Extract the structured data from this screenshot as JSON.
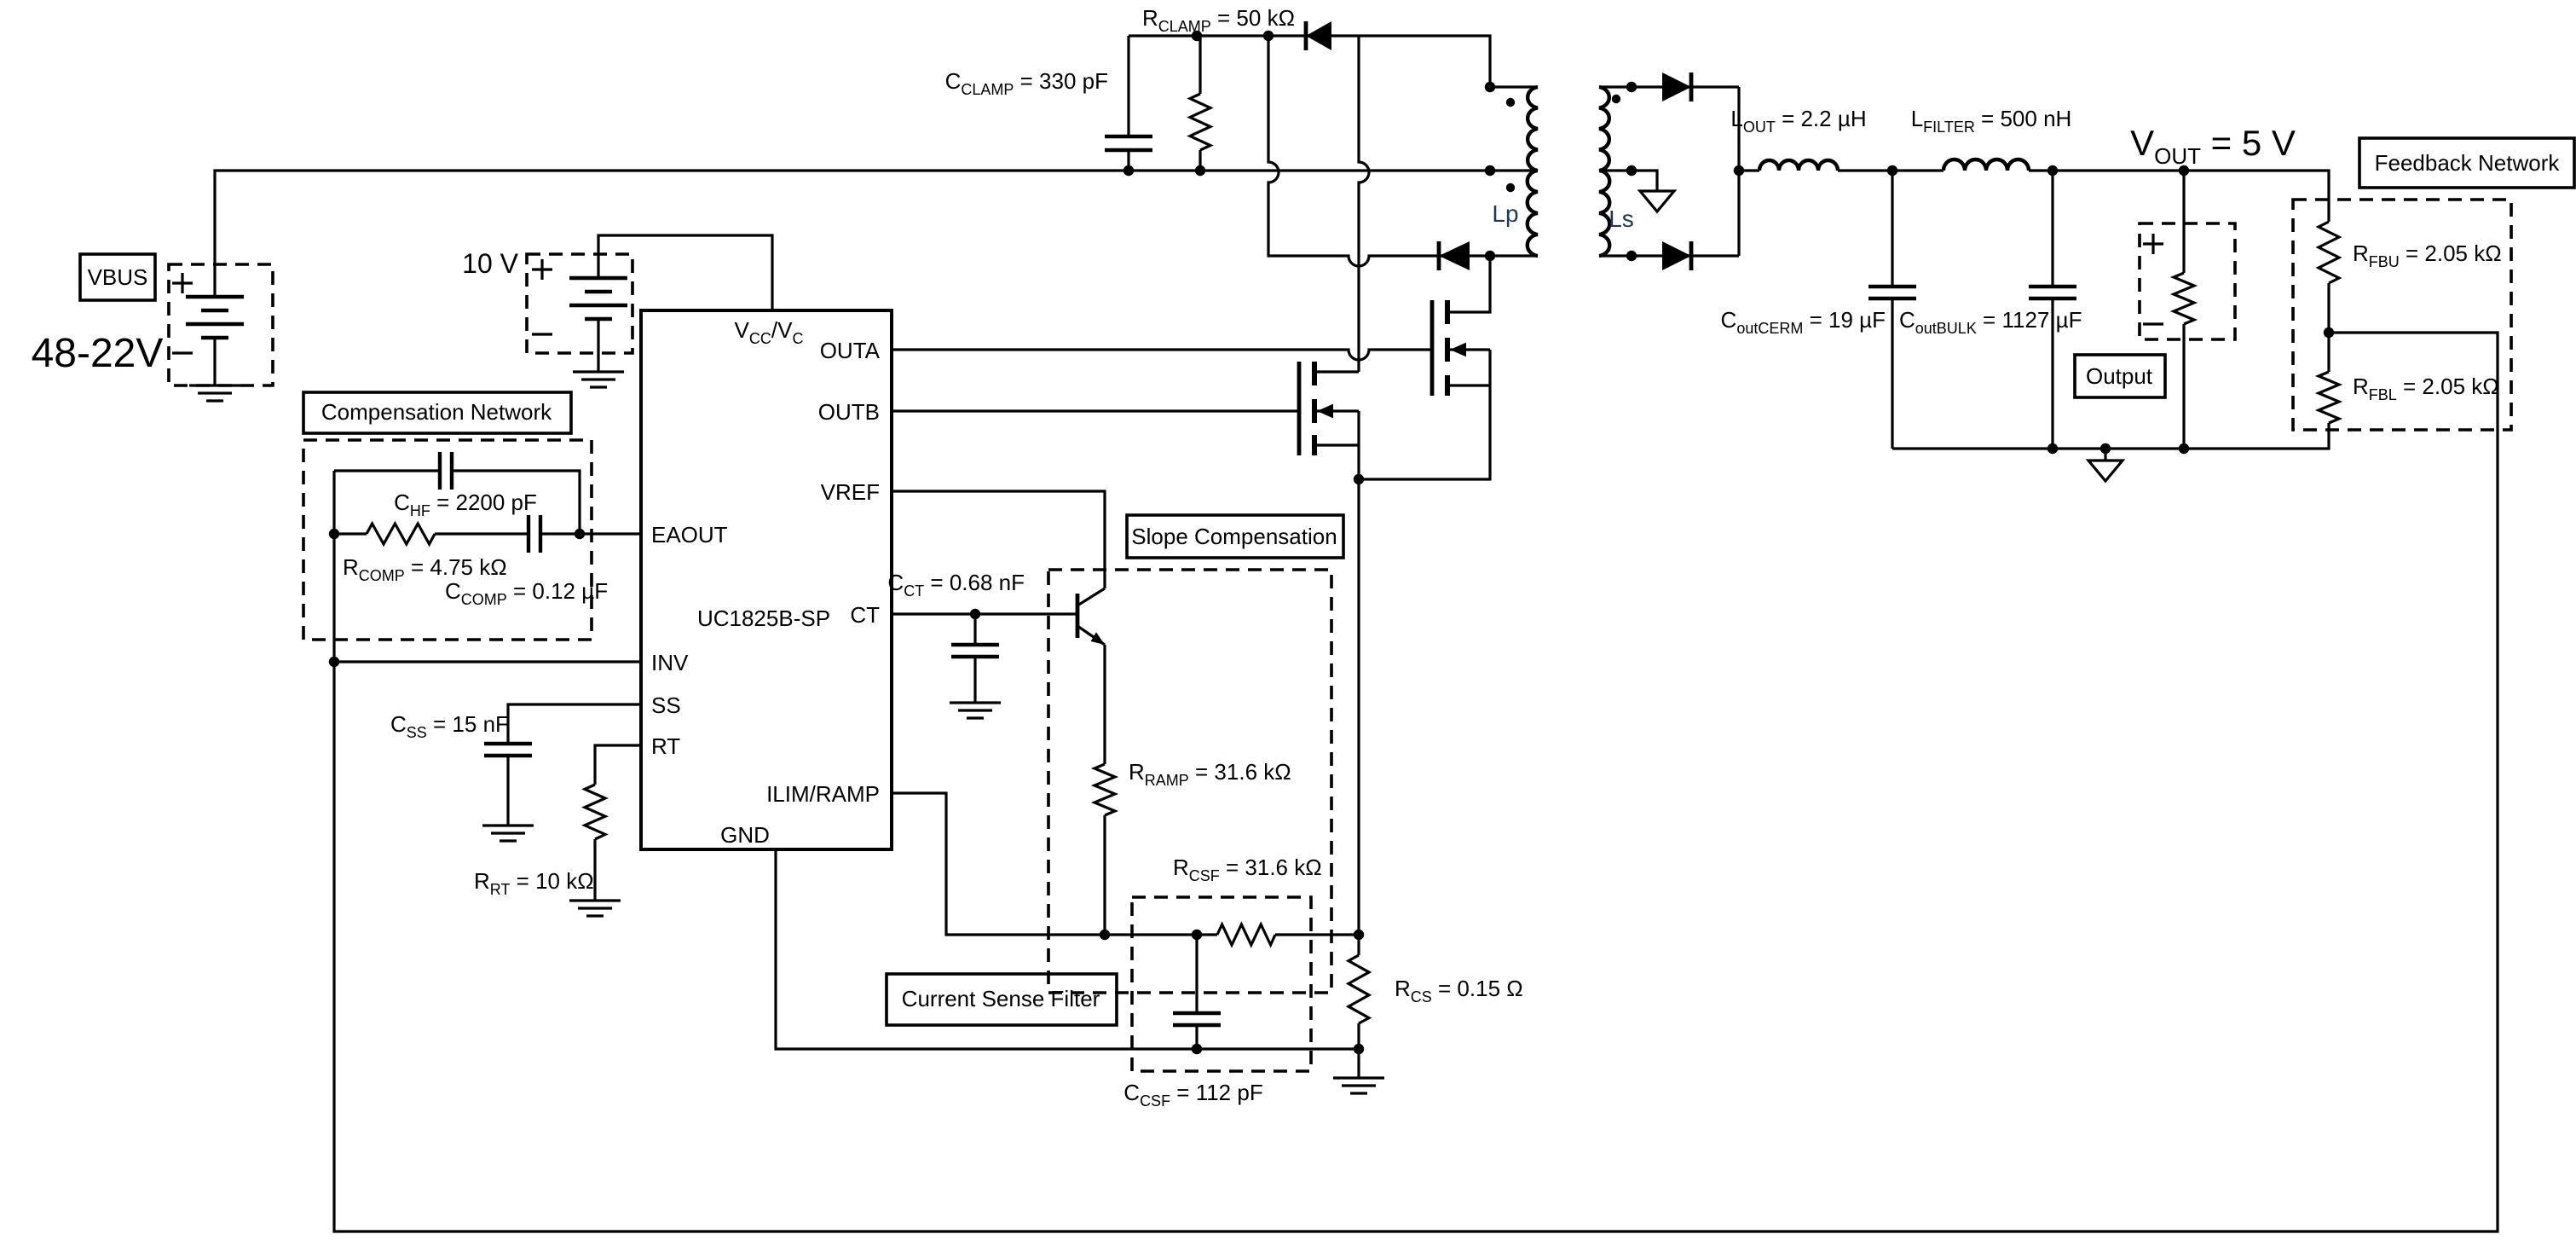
{
  "colors": {
    "ink": "#000000",
    "winding_label": "#1f3863",
    "background": "#ffffff"
  },
  "source": {
    "vbus": "VBUS",
    "range": "48-22V"
  },
  "bias": {
    "value": "10 V"
  },
  "clamp": {
    "r": {
      "t1": "R",
      "s1": "CLAMP",
      "t2": " = 50 kΩ"
    },
    "c": {
      "t1": "C",
      "s1": "CLAMP",
      "t2": " = 330 pF"
    }
  },
  "xfmr": {
    "lp": "Lp",
    "ls": "Ls"
  },
  "out": {
    "lout": {
      "t1": "L",
      "s1": "OUT",
      "t2": " = 2.2 µH"
    },
    "lfilter": {
      "t1": "L",
      "s1": "FILTER",
      "t2": " = 500 nH"
    },
    "ccerm": {
      "t1": "C",
      "s1": "outCERM",
      "t2": " = 19 µF"
    },
    "cbulk": {
      "t1": "C",
      "s1": "outBULK",
      "t2": " = 1127 µF"
    },
    "vout": {
      "t1": "V",
      "s1": "OUT",
      "t2": " = 5 V"
    },
    "box": "Output"
  },
  "fb": {
    "box": "Feedback Network",
    "rfbu": {
      "t1": "R",
      "s1": "FBU",
      "t2": " = 2.05 kΩ"
    },
    "rfbl": {
      "t1": "R",
      "s1": "FBL",
      "t2": " = 2.05 kΩ"
    }
  },
  "comp": {
    "box": "Compensation Network",
    "chf": {
      "t1": "C",
      "s1": "HF",
      "t2": " = 2200 pF"
    },
    "rcomp": {
      "t1": "R",
      "s1": "COMP",
      "t2": " = 4.75 kΩ"
    },
    "ccomp": {
      "t1": "C",
      "s1": "COMP",
      "t2": " = 0.12 µF"
    }
  },
  "softstart": {
    "css": {
      "t1": "C",
      "s1": "SS",
      "t2": " = 15 nF"
    }
  },
  "timing": {
    "rrt": {
      "t1": "R",
      "s1": "RT",
      "t2": " = 10 kΩ"
    }
  },
  "slope": {
    "box": "Slope Compensation",
    "rramp": {
      "t1": "R",
      "s1": "RAMP",
      "t2": " = 31.6 kΩ"
    },
    "cct": {
      "t1": "C",
      "s1": "CT",
      "t2": " = 0.68 nF"
    }
  },
  "csf": {
    "box": "Current Sense Filter",
    "rcsf": {
      "t1": "R",
      "s1": "CSF",
      "t2": " = 31.6 kΩ"
    },
    "ccsf": {
      "t1": "C",
      "s1": "CSF",
      "t2": " = 112 pF"
    },
    "rcs": {
      "t1": "R",
      "s1": "CS",
      "t2": " = 0.15 Ω"
    }
  },
  "ic": {
    "name": "UC1825B-SP",
    "pins": {
      "vcc": {
        "t1": "V",
        "s1": "CC",
        "t2": "/V",
        "s2": "C"
      },
      "outa": "OUTA",
      "outb": "OUTB",
      "vref": "VREF",
      "ct": "CT",
      "ilim": "ILIM/RAMP",
      "gnd": "GND",
      "eaout": "EAOUT",
      "inv": "INV",
      "ss": "SS",
      "rt": "RT"
    }
  }
}
